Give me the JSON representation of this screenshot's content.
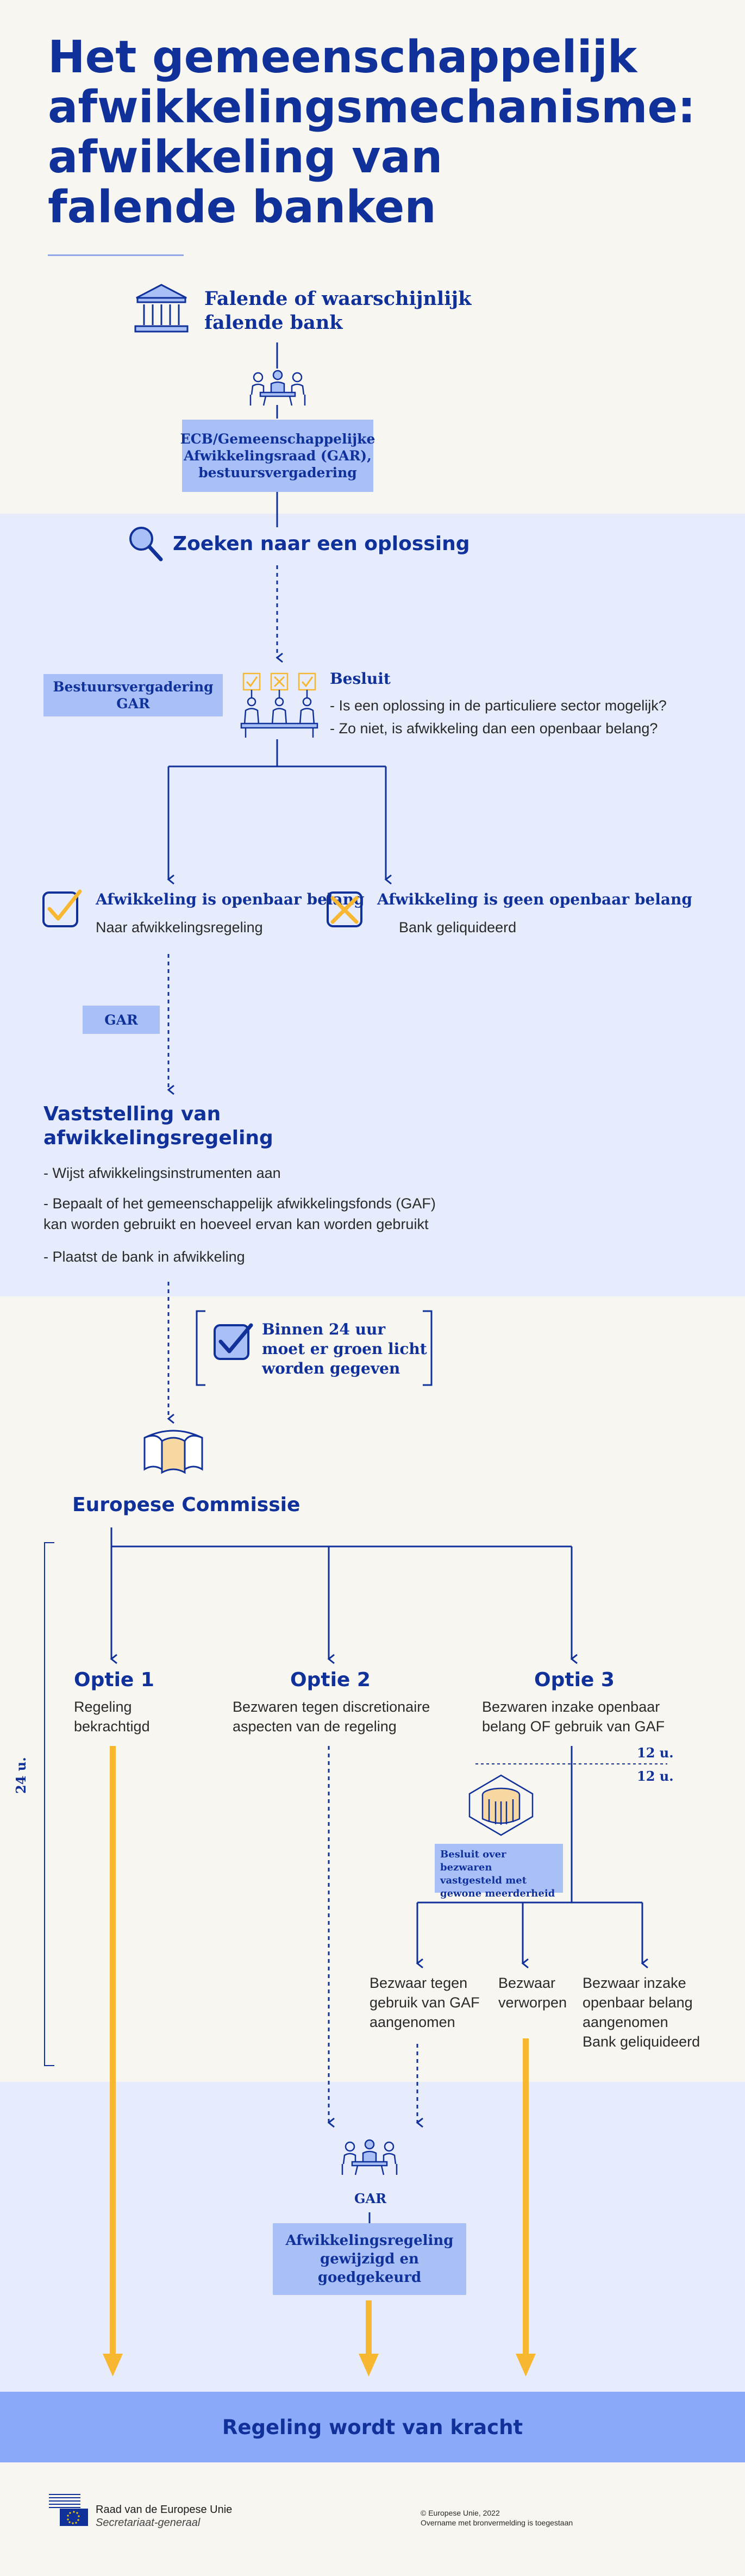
{
  "title": {
    "line1": "Het gemeenschappelijk",
    "line2": "afwikkelingsmechanisme:",
    "line3": "afwikkeling van",
    "line4": "falende banken"
  },
  "step_bank": {
    "line1": "Falende of waarschijnlijk",
    "line2": "falende bank"
  },
  "box_ecb": {
    "line1": "ECB/Gemeenschappelijke",
    "line2": "Afwikkelingsraad (GAR),",
    "line3": "bestuursvergadering"
  },
  "search": {
    "label": "Zoeken naar een oplossing"
  },
  "bestuurs_box": {
    "line1": "Bestuursvergadering",
    "line2": "GAR"
  },
  "besluit": {
    "title": "Besluit",
    "q1": "- Is een oplossing in de particuliere sector mogelijk?",
    "q2": "- Zo niet, is afwikkeling dan een openbaar belang?"
  },
  "option_public": {
    "title": "Afwikkeling is openbaar belang",
    "sub": "Naar afwikkelingsregeling"
  },
  "option_nonpublic": {
    "title": "Afwikkeling is geen openbaar belang",
    "sub": "Bank geliquideerd"
  },
  "gar_label": "GAR",
  "vaststelling": {
    "title1": "Vaststelling van",
    "title2": "afwikkelingsregeling",
    "item1": "- Wijst afwikkelingsinstrumenten aan",
    "item2a": "- Bepaalt of het gemeenschappelijk afwikkelingsfonds (GAF)",
    "item2b": "kan worden gebruikt en hoeveel ervan kan worden gebruikt",
    "item3": "- Plaatst de bank in afwikkeling"
  },
  "greenlight": {
    "line1": "Binnen 24 uur",
    "line2": "moet er groen licht",
    "line3": "worden gegeven"
  },
  "commission": "Europese Commissie",
  "hours_24": "24 u.",
  "optie1": {
    "title": "Optie 1",
    "line1": "Regeling",
    "line2": "bekrachtigd"
  },
  "optie2": {
    "title": "Optie 2",
    "line1": "Bezwaren tegen discretionaire",
    "line2": "aspecten van de regeling"
  },
  "optie3": {
    "title": "Optie 3",
    "line1": "Bezwaren inzake openbaar",
    "line2": "belang OF gebruik van GAF"
  },
  "hours_12a": "12 u.",
  "hours_12b": "12 u.",
  "council_decision": {
    "line1": "Besluit over bezwaren",
    "line2": "vastgesteld met",
    "line3": "gewone meerderheid"
  },
  "sub1": {
    "line1": "Bezwaar tegen",
    "line2": "gebruik van GAF",
    "line3": "aangenomen"
  },
  "sub2": {
    "line1": "Bezwaar",
    "line2": "verworpen"
  },
  "sub3": {
    "line1": "Bezwaar inzake",
    "line2": "openbaar belang",
    "line3": "aangenomen",
    "line4": "Bank geliquideerd"
  },
  "gar_bottom": "GAR",
  "amended": {
    "line1": "Afwikkelingsregeling",
    "line2": "gewijzigd en goedgekeurd"
  },
  "final": "Regeling wordt van kracht",
  "footer": {
    "org1": "Raad van de Europese Unie",
    "org2": "Secretariaat-generaal",
    "copy1": "© Europese Unie, 2022",
    "copy2": "Overname met bronvermelding is toegestaan"
  },
  "colors": {
    "navy": "#10309a",
    "light_box": "#a9c0f7",
    "blue_band": "#e6ecfb",
    "cream": "#f8f6f0",
    "orange": "#f7b731",
    "final_band": "#8aa9f8"
  },
  "icons": [
    "bank-icon",
    "meeting-icon",
    "search-icon",
    "voting-icon",
    "check-icon",
    "cross-icon",
    "checkbox-icon",
    "commission-building-icon",
    "council-building-icon",
    "eu-flag-icon"
  ]
}
